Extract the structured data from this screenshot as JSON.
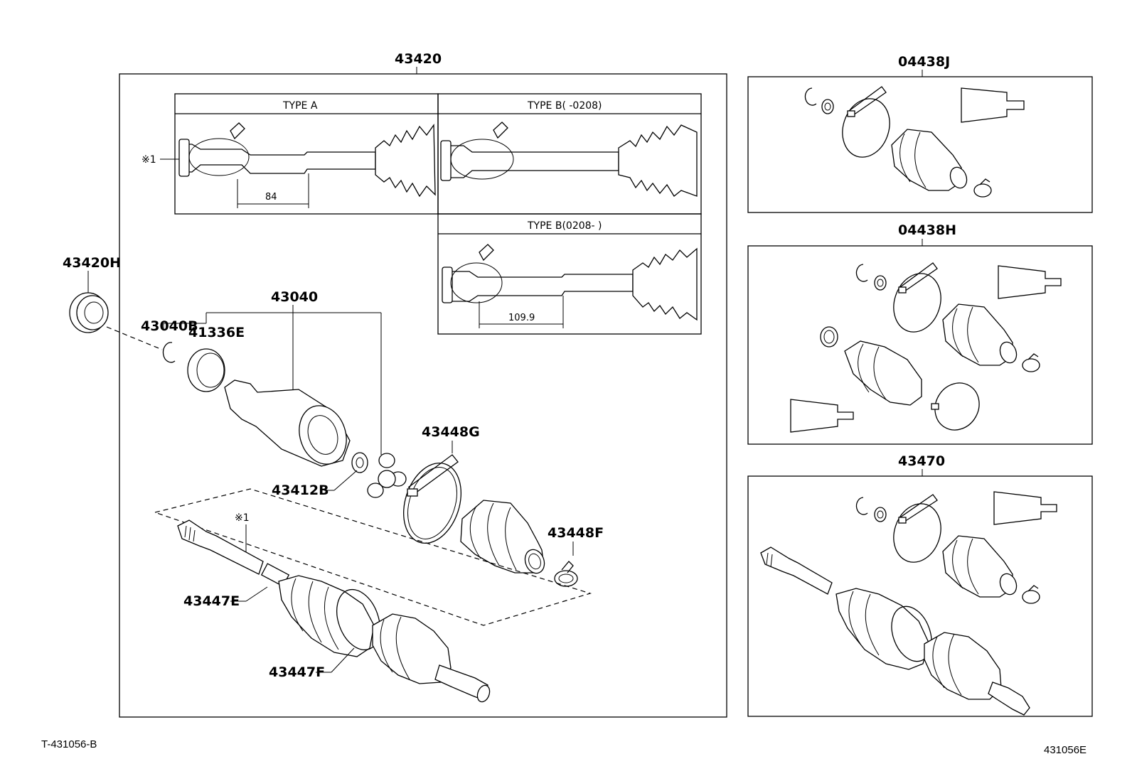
{
  "labels": {
    "assembly_main": "43420",
    "kit_j": "04438J",
    "kit_h": "04438H",
    "kit_43470": "43470",
    "bearing": "43420H",
    "inner_joint": "43040",
    "snap_ring": "43040B",
    "seal": "41336E",
    "ring_43412b": "43412B",
    "clamp_g": "43448G",
    "clamp_f": "43448F",
    "shaft_e": "43447E",
    "boot_f": "43447F",
    "ref_mark_shaft": "※1",
    "ref_mark_type_a": "※1"
  },
  "types": {
    "type_a": "TYPE A",
    "type_b_early": "TYPE B( -0208)",
    "type_b_late": "TYPE B(0208- )"
  },
  "dimensions": {
    "type_a": "84",
    "type_b_late": "109.9"
  },
  "footer": {
    "left_code": "T-431056-B",
    "right_code": "431056E"
  }
}
